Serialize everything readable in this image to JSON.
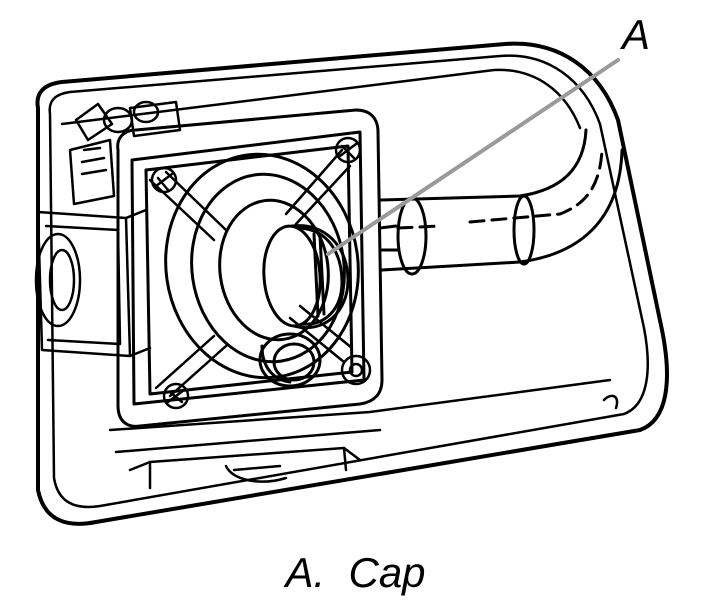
{
  "callout": {
    "letter": "A"
  },
  "caption": {
    "letter": "A.",
    "label": "Cap"
  },
  "colors": {
    "line": "#000000",
    "leader": "#9a9a9a",
    "background": "#ffffff"
  }
}
